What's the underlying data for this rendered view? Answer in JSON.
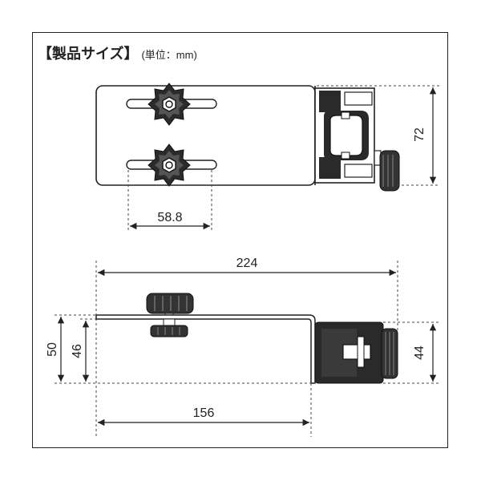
{
  "title": "【製品サイズ】",
  "unit": "(単位：mm)",
  "dimensions": {
    "top_height": "72",
    "slot_spacing": "58.8",
    "overall_length": "224",
    "side_total_height": "50",
    "side_inner_height": "46",
    "clamp_height": "44",
    "plate_length": "156"
  },
  "colors": {
    "line": "#222222",
    "dim": "#222222",
    "metal": "#ffffff",
    "knob": "#333333",
    "clamp": "#2a2a2a"
  }
}
